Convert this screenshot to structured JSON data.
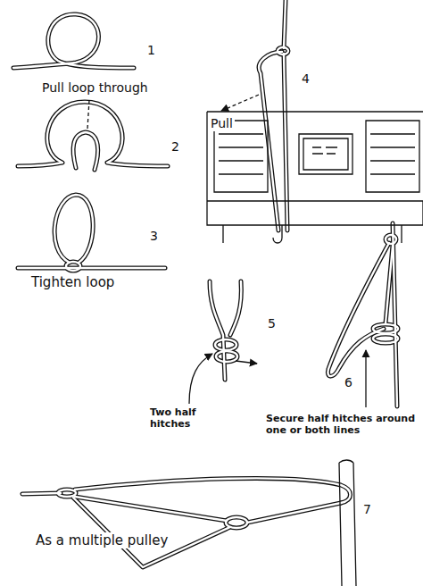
{
  "diagram": {
    "labels": [
      "1",
      "Pull loop through",
      "2",
      "3",
      "Tighten loop",
      "4",
      "Pull",
      "5",
      "Two half hitches",
      "6",
      "Secure half hitches around one or both lines",
      "7",
      "As a multiple pulley"
    ]
  }
}
